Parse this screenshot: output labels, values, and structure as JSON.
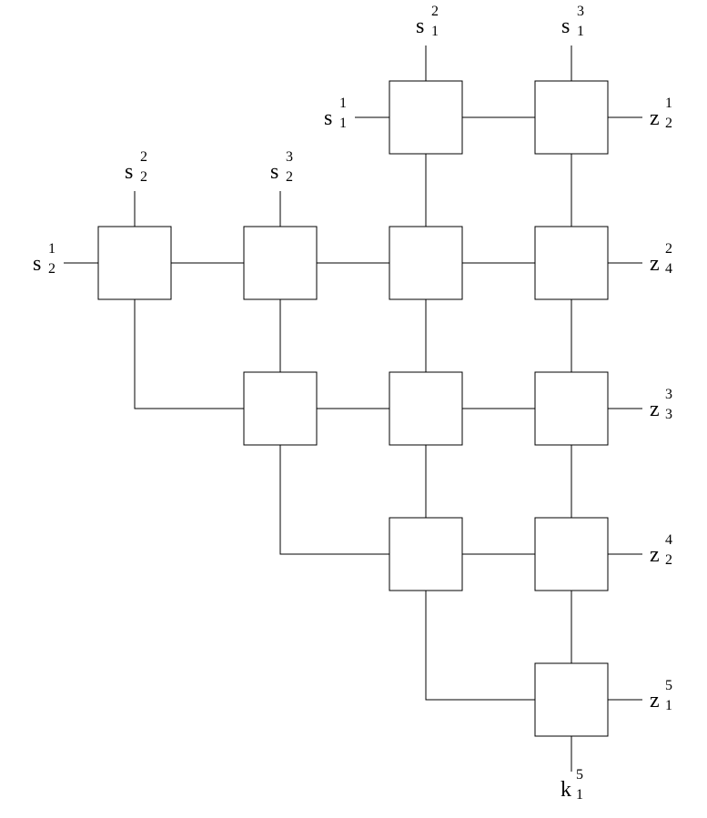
{
  "labels": {
    "s11": {
      "base": "s",
      "sup": "1",
      "sub": "1"
    },
    "s12": {
      "base": "s",
      "sup": "2",
      "sub": "1"
    },
    "s13": {
      "base": "s",
      "sup": "3",
      "sub": "1"
    },
    "s21": {
      "base": "s",
      "sup": "1",
      "sub": "2"
    },
    "s22": {
      "base": "s",
      "sup": "2",
      "sub": "2"
    },
    "s23": {
      "base": "s",
      "sup": "3",
      "sub": "2"
    },
    "z21": {
      "base": "z",
      "sup": "1",
      "sub": "2"
    },
    "z42": {
      "base": "z",
      "sup": "2",
      "sub": "4"
    },
    "z33": {
      "base": "z",
      "sup": "3",
      "sub": "3"
    },
    "z24": {
      "base": "z",
      "sup": "4",
      "sub": "2"
    },
    "z15": {
      "base": "z",
      "sup": "5",
      "sub": "1"
    },
    "k15": {
      "base": "k",
      "sup": "5",
      "sub": "1"
    }
  }
}
